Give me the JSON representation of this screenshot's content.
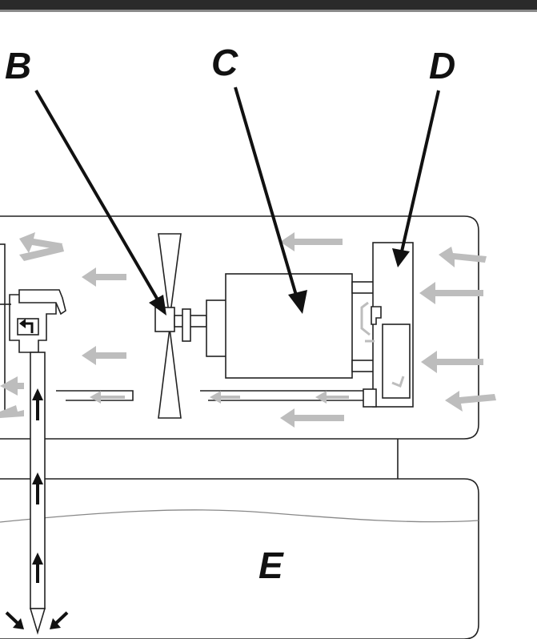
{
  "labels": {
    "b": "B",
    "c": "C",
    "d": "D",
    "e": "E"
  },
  "colors": {
    "frame": "#2a2a2a",
    "outline": "#222222",
    "airflow_arrow": "#bdbdbd",
    "pointer": "#111111"
  }
}
